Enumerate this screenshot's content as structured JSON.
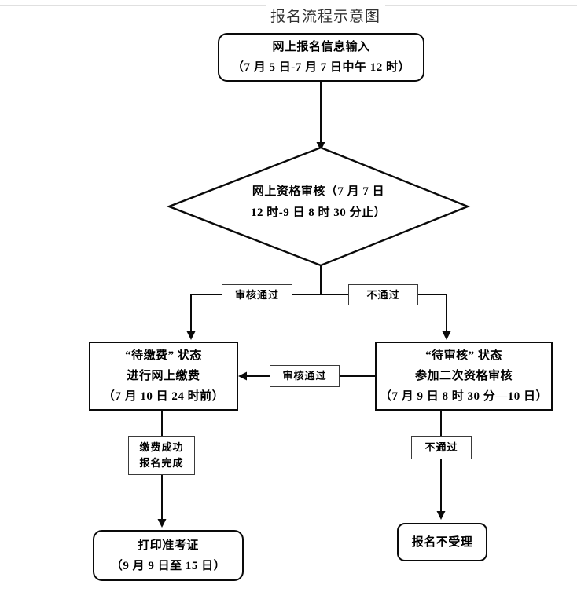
{
  "page": {
    "title": "报名流程示意图"
  },
  "flowchart": {
    "nodes": {
      "start": {
        "lines": [
          "网上报名信息输入",
          "（7 月 5 日-7 月 7 日中午 12 时）"
        ]
      },
      "online_review": {
        "lines": [
          "网上资格审核（7 月 7 日",
          "12 时-9 日 8 时 30 分止）"
        ]
      },
      "payment": {
        "lines": [
          "“待缴费” 状态",
          "进行网上缴费",
          "（7 月 10 日 24 时前）"
        ]
      },
      "second_review": {
        "lines": [
          "“待审核” 状态",
          "参加二次资格审核",
          "（7 月 9 日 8 时 30 分—10 日）"
        ]
      },
      "print_ticket": {
        "lines": [
          "打印准考证",
          "（9 月 9 日至 15 日）"
        ]
      },
      "not_accepted": {
        "lines": [
          "报名不受理"
        ]
      }
    },
    "edge_labels": {
      "review_pass": "审核通过",
      "review_fail": "不通过",
      "second_review_pass": "审核通过",
      "payment_success": [
        "缴费成功",
        "报名完成"
      ],
      "second_review_fail": "不通过"
    }
  },
  "colors": {
    "stroke": "#0a0a0a",
    "title_text": "#333333",
    "divider": "#e0e0e0"
  }
}
